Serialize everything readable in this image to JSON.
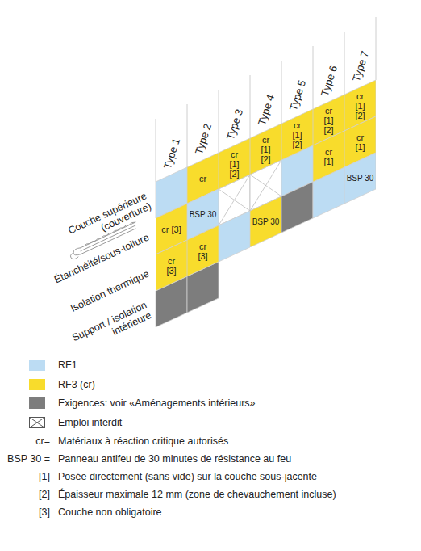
{
  "diagram": {
    "nodes": [
      {
        "text": [
          "cr [3]"
        ]
      },
      {
        "text": [
          "cr [3]"
        ]
      },
      {
        "text": [
          "cr"
        ]
      },
      {
        "text": [
          "BSP 30"
        ]
      },
      {
        "text": [
          "cr [3]"
        ]
      },
      {
        "text": [
          "cr [1] [2]"
        ]
      },
      {
        "text": [
          "cr [1] [2]"
        ]
      },
      {
        "text": [
          "BSP 30"
        ]
      },
      {
        "text": [
          "cr [1] [2]"
        ]
      },
      {
        "text": [
          "cr [1] [2]"
        ]
      },
      {
        "text": [
          "cr [1]"
        ]
      },
      {
        "text": [
          "cr [1] [2]"
        ]
      },
      {
        "text": [
          "cr [1]"
        ]
      },
      {
        "text": [
          "BSP 30"
        ]
      }
    ],
    "labels": [
      "Type 1",
      "Type 2",
      "Type 3",
      "Type 4",
      "Type 5",
      "Type 6",
      "Type 7",
      "Couche supérieure (couverture)",
      "Étanchéité/sous-toiture",
      "Isolation thermique",
      "Support / isolation intérieure",
      "cr=",
      "Matériaux à réaction critique autorisés",
      "BSP 30 =",
      "Panneau antifeu de 30 minutes de résistance au feu",
      "[1]",
      "Posée directement (sans vide) sur la couche sous-jacente",
      "[2]",
      "Épaisseur maximale 12 mm (zone de chevauchement incluse)",
      "[3]",
      "Couche non obligatoire"
    ],
    "legend": [
      {
        "text": "RF1",
        "color": "#bcdcf3"
      },
      {
        "text": "RF3 (cr)",
        "color": "#f8dc2c"
      },
      {
        "text": "Exigences: voir «Aménagements intérieurs»",
        "color": "#7d7d7d"
      },
      {
        "text": "Emploi interdit"
      }
    ]
  }
}
